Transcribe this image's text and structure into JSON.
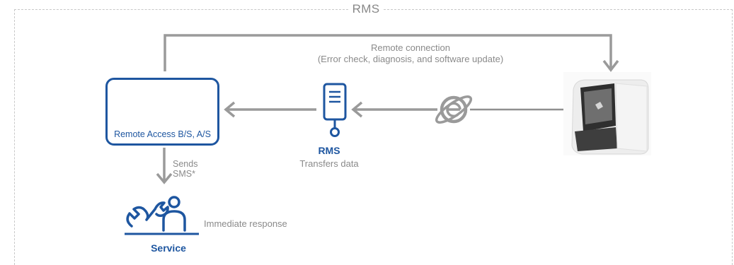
{
  "diagram": {
    "frame_title": "RMS",
    "remote_connection": {
      "line1": "Remote connection",
      "line2": "(Error check, diagnosis, and software update)"
    },
    "remote_access_label": "Remote Access B/S, A/S",
    "rms_label": "RMS",
    "transfers_label": "Transfers data",
    "sends_label": {
      "line1": "Sends",
      "line2": "SMS*"
    },
    "immediate_label": "Immediate response",
    "service_label": "Service"
  },
  "colors": {
    "accent_blue": "#1e56a0",
    "connector_gray": "#9a9a9a",
    "frame_gray": "#c8c8c8"
  }
}
